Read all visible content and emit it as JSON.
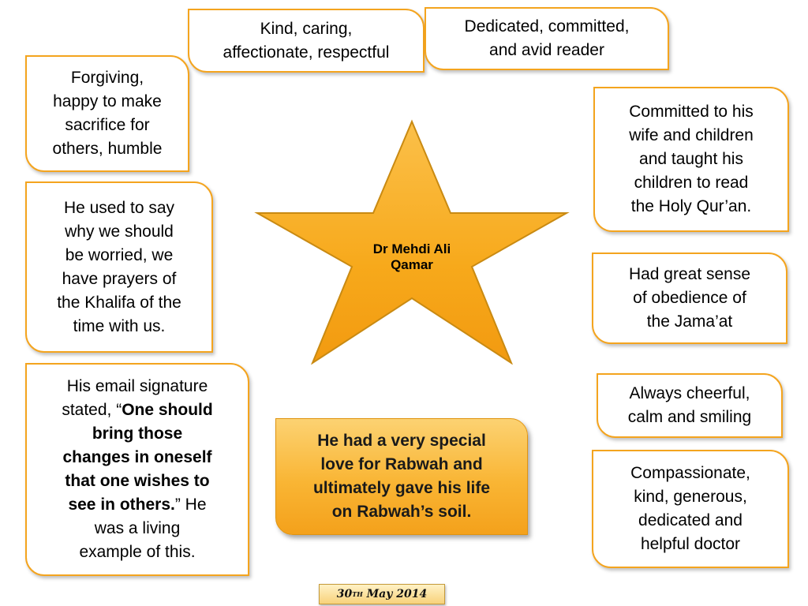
{
  "center": {
    "name_line1": "Dr Mehdi Ali",
    "name_line2": "Qamar"
  },
  "traits": {
    "kind": [
      "Kind, caring,",
      "affectionate, respectful"
    ],
    "dedicated": [
      "Dedicated, committed,",
      "and avid reader"
    ],
    "forgiving": [
      "Forgiving,",
      "happy to make",
      "sacrifice for",
      "others, humble"
    ],
    "committed": [
      "Committed to his",
      "wife and children",
      "and taught his",
      "children to read",
      "the Holy Qur’an."
    ],
    "he_used": [
      "He used to say",
      "why we should",
      "be worried, we",
      "have prayers of",
      "the Khalifa of the",
      "time with us."
    ],
    "obedience": [
      "Had great sense",
      "of obedience of",
      "the Jama’at"
    ],
    "email": {
      "line1": "His email signature",
      "line2_prefix": "stated, “",
      "line2_bold": "One should",
      "bold_lines": [
        "bring those",
        "changes in oneself",
        "that one wishes to"
      ],
      "line6_bold": "see in others.",
      "line6_suffix": "” He",
      "lines_after": [
        "was a living",
        "example of this."
      ]
    },
    "cheerful": [
      "Always cheerful,",
      "calm and smiling"
    ],
    "compassionate": [
      "Compassionate,",
      "kind, generous,",
      "dedicated and",
      "helpful doctor"
    ]
  },
  "highlight": [
    "He had a very special",
    "love for Rabwah and",
    "ultimately gave his life",
    "on Rabwah’s soil."
  ],
  "date": {
    "day": "30",
    "suffix": "TH",
    "rest": "May 2014"
  },
  "colors": {
    "border": "#f4a41e",
    "star_fill": "#f7a91b",
    "star_stroke": "#c98a12"
  }
}
